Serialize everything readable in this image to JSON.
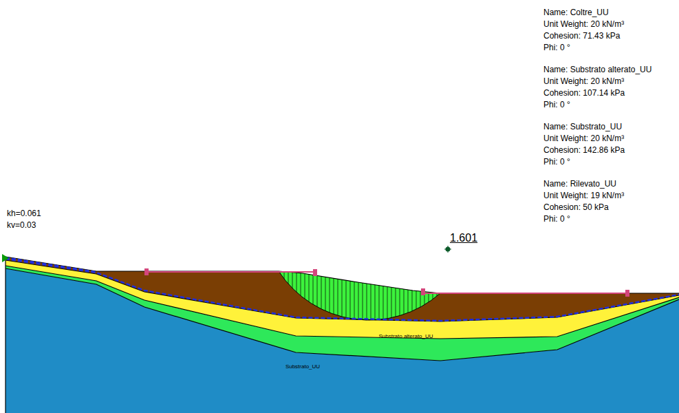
{
  "diagram": {
    "labels": [
      "Name: Coltre_UU",
      "Unit Weight: 20 kN/m³",
      "Cohesion: 71.43 kPa",
      "Phi: 0 °",
      "Name: Substrato alterato_UU",
      "Unit Weight: 20 kN/m³",
      "Cohesion: 107.14 kPa",
      "Phi: 0 °",
      "Name: Substrato_UU",
      "Unit Weight: 20 kN/m³",
      "Cohesion: 142.86 kPa",
      "Phi: 0 °",
      "Name: Rilevato_UU",
      "Unit Weight: 19 kN/m³",
      "Cohesion: 50 kPa",
      "Phi: 0 °",
      "kh=0.061",
      "kv=0.03",
      "1.601",
      "Substrato alterato_UU",
      "Substrato_UU"
    ]
  }
}
